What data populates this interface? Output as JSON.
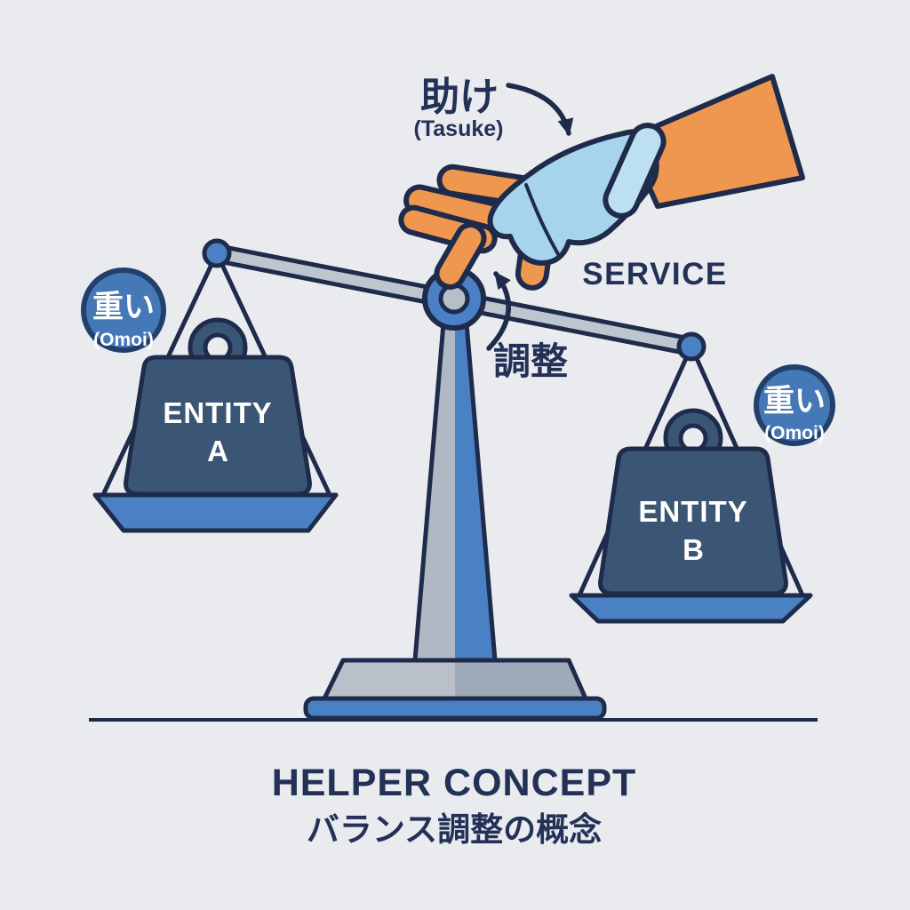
{
  "colors": {
    "background": "#E9EBEF",
    "outline": "#1F2B4B",
    "text_navy": "#233157",
    "blue": "#4A80C4",
    "badge_blue": "#4478B6",
    "badge_border": "#22406C",
    "weight_fill": "#3A5674",
    "beam_gray": "#BDC5CE",
    "pivot_hub_gray": "#B7BEC7",
    "pillar_gray": "#B0B8C3",
    "base_gray_left": "#B9C0CA",
    "base_gray_right": "#9EAAB9",
    "orange": "#F0974F",
    "glove_blue": "#A6D4EC",
    "cuff_blue": "#BCE0F2",
    "white": "#FFFFFF"
  },
  "top": {
    "help_jp": "助け",
    "help_romaji": "(Tasuke)"
  },
  "hand": {
    "service_label": "SERVICE"
  },
  "pivot": {
    "adjust_label": "調整"
  },
  "badges": {
    "heavy_jp": "重い",
    "heavy_romaji": "(Omoi)"
  },
  "weights": {
    "left_line1": "ENTITY",
    "left_line2": "A",
    "right_line1": "ENTITY",
    "right_line2": "B"
  },
  "title": {
    "line1": "HELPER CONCEPT",
    "line2": "バランス調整の概念"
  }
}
